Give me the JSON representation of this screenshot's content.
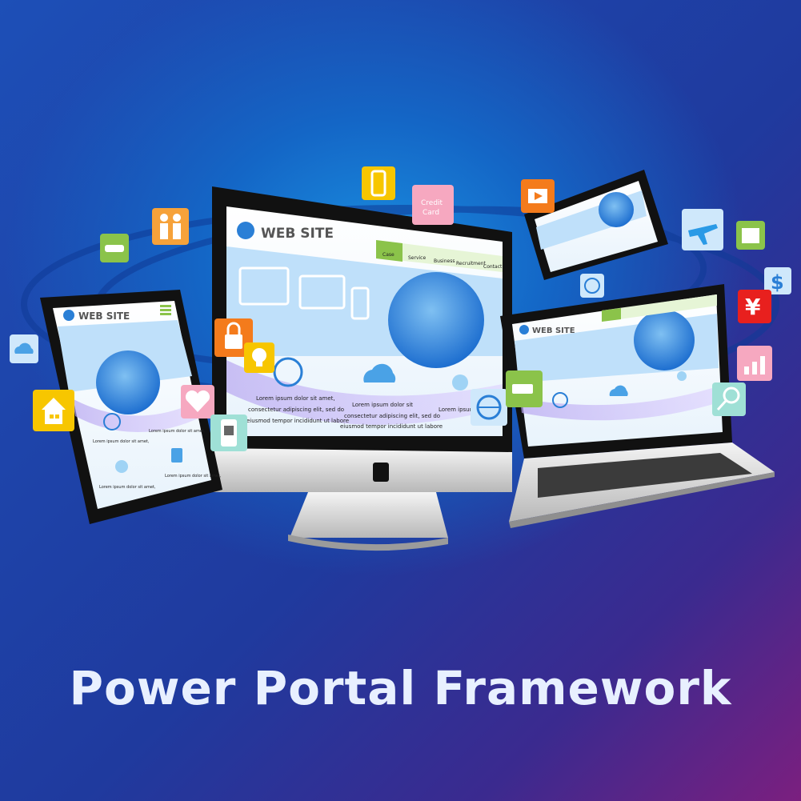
{
  "title": "Power Portal Framework",
  "site": {
    "brand": "WEB SITE",
    "nav": [
      "Case",
      "Service",
      "Business",
      "Recruitment",
      "Contact"
    ],
    "lorem1": "Lorem ipsum dolor sit amet,",
    "lorem2": "consectetur adipiscing elit, sed do",
    "lorem3": "eiusmod tempor incididunt ut labore",
    "lorem2b": "consectetur adipiscing elit, sed do",
    "loremShort1": "Lorem ipsum dolor sit",
    "credit1": "Credit",
    "credit2": "Card"
  },
  "icons": {
    "dollar": "$",
    "yen": "¥"
  },
  "colors": {
    "accentGreen": "#8bc34a",
    "screenBlue": "#bfe0fa"
  }
}
